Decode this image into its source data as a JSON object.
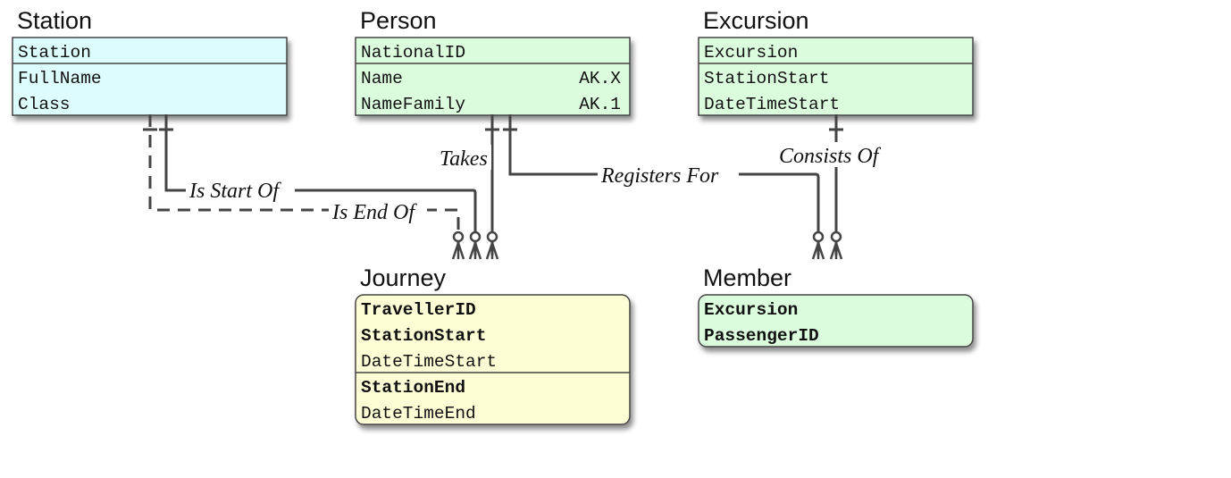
{
  "colors": {
    "independent": "#ddfdfd",
    "dependent": "#dcfddd",
    "weak": "#fefed6",
    "border": "#444444",
    "line": "#444444"
  },
  "entities": {
    "station": {
      "title": "Station",
      "sections": [
        [
          {
            "name": "Station",
            "key": false
          }
        ],
        [
          {
            "name": "FullName",
            "key": false
          },
          {
            "name": "Class",
            "key": false
          }
        ]
      ]
    },
    "person": {
      "title": "Person",
      "sections": [
        [
          {
            "name": "NationalID",
            "key": false
          }
        ],
        [
          {
            "name": "Name",
            "key": false,
            "note": "AK.X"
          },
          {
            "name": "NameFamily",
            "key": false,
            "note": "AK.1"
          }
        ]
      ]
    },
    "excursion": {
      "title": "Excursion",
      "sections": [
        [
          {
            "name": "Excursion",
            "key": false
          }
        ],
        [
          {
            "name": "StationStart",
            "key": false
          },
          {
            "name": "DateTimeStart",
            "key": false
          }
        ]
      ]
    },
    "journey": {
      "title": "Journey",
      "sections": [
        [
          {
            "name": "TravellerID",
            "key": true
          },
          {
            "name": "StationStart",
            "key": true
          },
          {
            "name": "DateTimeStart",
            "key": false
          }
        ],
        [
          {
            "name": "StationEnd",
            "key": true
          },
          {
            "name": "DateTimeEnd",
            "key": false
          }
        ]
      ]
    },
    "member": {
      "title": "Member",
      "sections": [
        [
          {
            "name": "Excursion",
            "key": true
          },
          {
            "name": "PassengerID",
            "key": true
          }
        ]
      ]
    }
  },
  "relationships": {
    "is_start_of": "Is Start Of",
    "is_end_of": "Is End Of",
    "takes": "Takes",
    "registers_for": "Registers For",
    "consists_of": "Consists Of"
  }
}
